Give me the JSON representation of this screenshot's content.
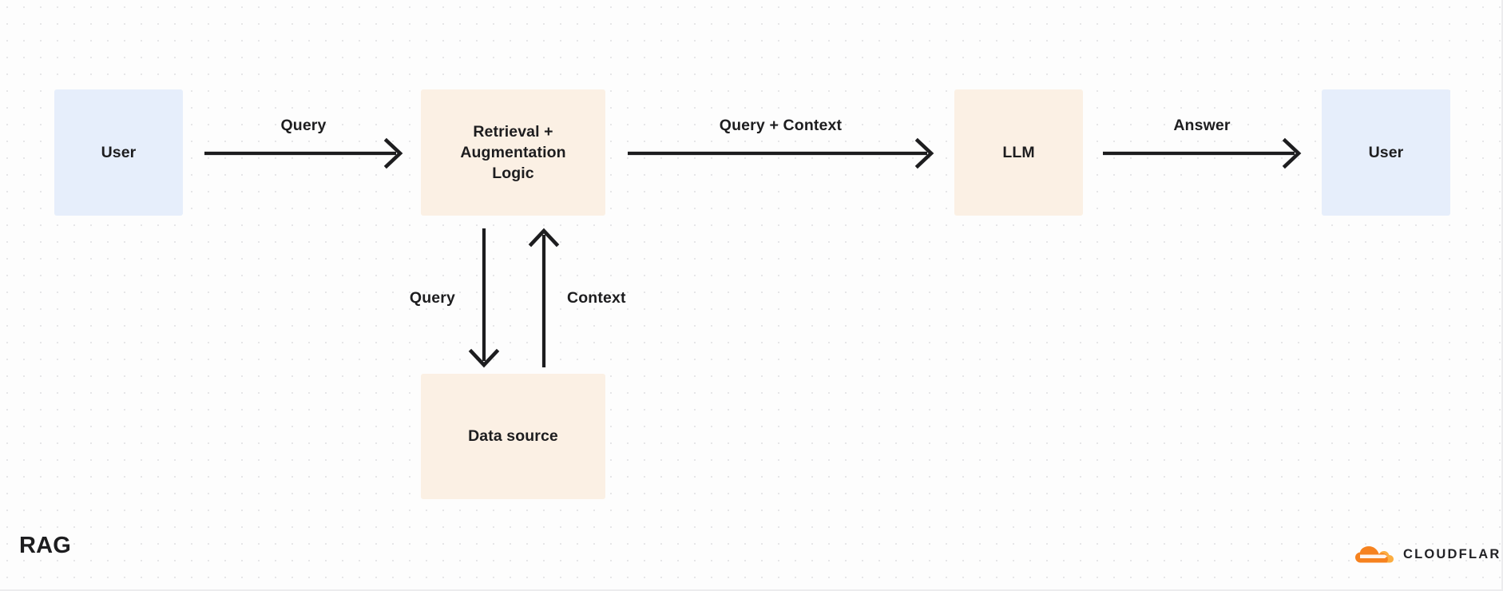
{
  "diagram": {
    "caption": "RAG",
    "nodes": [
      {
        "id": "user-left",
        "label": "User",
        "kind": "actor",
        "color": "#e6eefb"
      },
      {
        "id": "retrieval",
        "label": "Retrieval + Augmentation Logic",
        "kind": "process",
        "color": "#fbf0e4"
      },
      {
        "id": "llm",
        "label": "LLM",
        "kind": "process",
        "color": "#fbf0e4"
      },
      {
        "id": "user-right",
        "label": "User",
        "kind": "actor",
        "color": "#e6eefb"
      },
      {
        "id": "datasource",
        "label": "Data source",
        "kind": "store",
        "color": "#fbf0e4"
      }
    ],
    "edges": [
      {
        "id": "e1",
        "from": "user-left",
        "to": "retrieval",
        "label": "Query",
        "direction": "right"
      },
      {
        "id": "e2",
        "from": "retrieval",
        "to": "llm",
        "label": "Query + Context",
        "direction": "right"
      },
      {
        "id": "e3",
        "from": "llm",
        "to": "user-right",
        "label": "Answer",
        "direction": "right"
      },
      {
        "id": "e4",
        "from": "retrieval",
        "to": "datasource",
        "label": "Query",
        "direction": "down"
      },
      {
        "id": "e5",
        "from": "datasource",
        "to": "retrieval",
        "label": "Context",
        "direction": "up"
      }
    ]
  },
  "node_labels": {
    "user_left": "User",
    "retrieval_line1": "Retrieval +",
    "retrieval_line2": "Augmentation",
    "retrieval_line3": "Logic",
    "llm": "LLM",
    "user_right": "User",
    "datasource": "Data source"
  },
  "edge_labels": {
    "query_1": "Query",
    "query_context": "Query + Context",
    "answer": "Answer",
    "query_2": "Query",
    "context": "Context"
  },
  "branding": {
    "wordmark": "CLOUDFLARE",
    "cloud_color_dark": "#f6821f",
    "cloud_color_light": "#fbad41"
  },
  "theme": {
    "background": "#fdfdfd",
    "dot_grid": "#e6e6e8",
    "stroke": "#1d1d1f",
    "actor_fill": "#e6eefb",
    "process_fill": "#fbf0e4"
  }
}
